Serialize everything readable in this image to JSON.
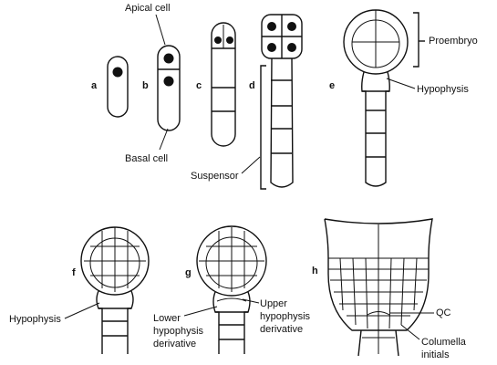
{
  "panels": [
    "a",
    "b",
    "c",
    "d",
    "e",
    "f",
    "g",
    "h"
  ],
  "labels": {
    "apical_cell": "Apical cell",
    "basal_cell": "Basal cell",
    "suspensor": "Suspensor",
    "proembryo": "Proembryo",
    "hypophysis_e": "Hypophysis",
    "hypophysis_f": "Hypophysis",
    "lower_hypophysis_1": "Lower",
    "lower_hypophysis_2": "hypophysis",
    "lower_hypophysis_3": "derivative",
    "upper_hypophysis_1": "Upper",
    "upper_hypophysis_2": "hypophysis",
    "upper_hypophysis_3": "derivative",
    "qc": "QC",
    "columella_1": "Columella",
    "columella_2": "initials"
  }
}
